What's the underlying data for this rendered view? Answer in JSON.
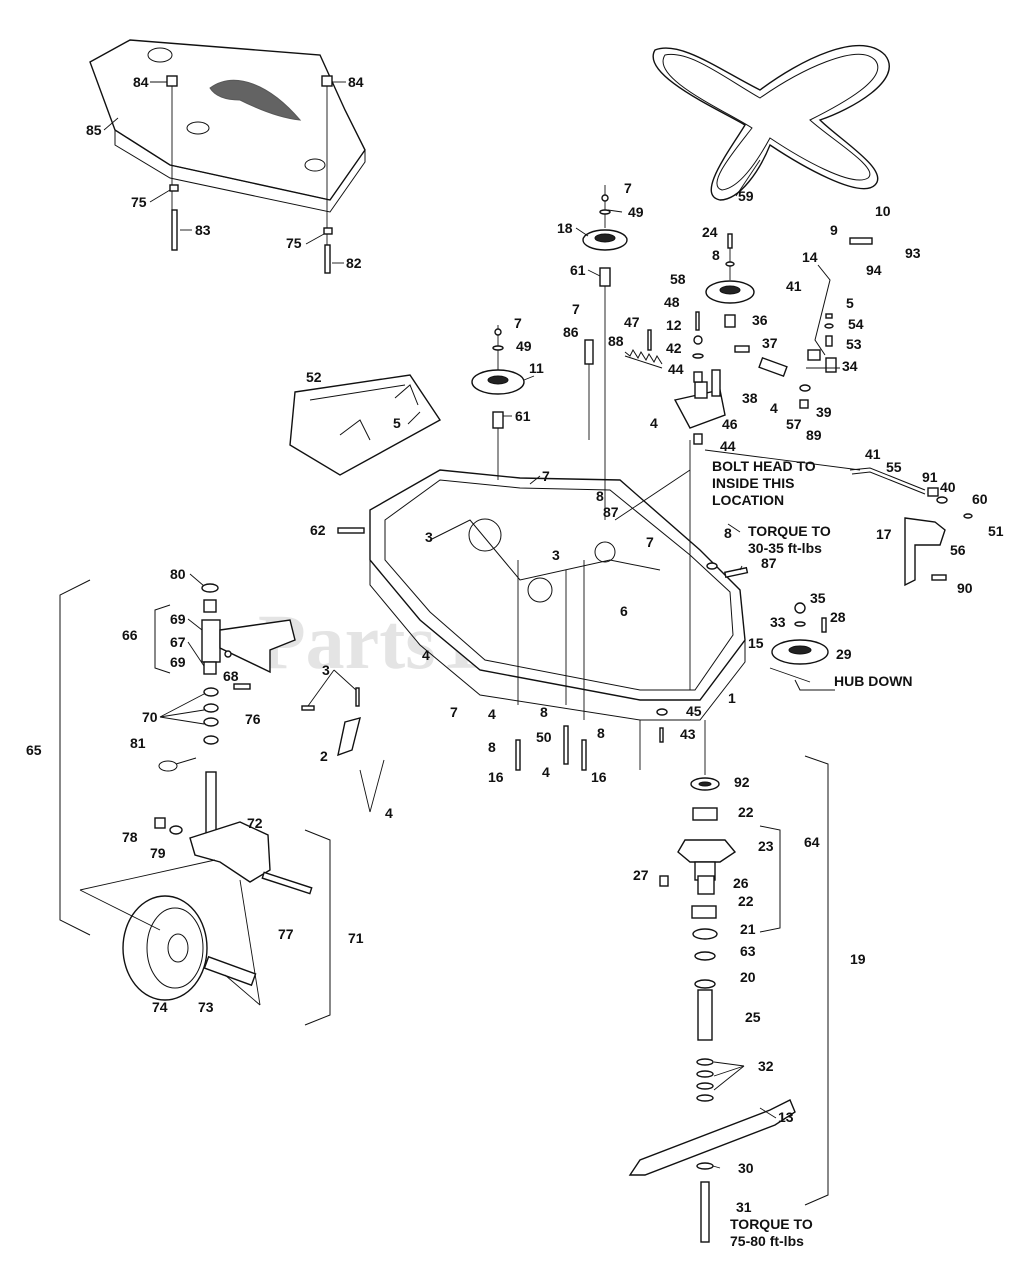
{
  "watermark": "PartsTree",
  "notes": {
    "bolt_head": [
      "BOLT HEAD TO",
      "INSIDE THIS",
      "LOCATION"
    ],
    "torque_30": [
      "TORQUE TO",
      "30-35 ft-lbs"
    ],
    "hub_down": "HUB DOWN",
    "torque_75": [
      "TORQUE TO",
      "75-80 ft-lbs"
    ]
  },
  "callouts": [
    "84",
    "84",
    "85",
    "75",
    "75",
    "83",
    "82",
    "59",
    "7",
    "49",
    "18",
    "61",
    "24",
    "8",
    "58",
    "10",
    "9",
    "93",
    "14",
    "94",
    "41",
    "5",
    "54",
    "53",
    "34",
    "7",
    "49",
    "11",
    "61",
    "7",
    "86",
    "48",
    "12",
    "42",
    "44",
    "47",
    "88",
    "36",
    "37",
    "38",
    "4",
    "39",
    "57",
    "89",
    "4",
    "46",
    "44",
    "52",
    "5",
    "7",
    "8",
    "87",
    "41",
    "55",
    "91",
    "40",
    "60",
    "51",
    "17",
    "56",
    "90",
    "62",
    "3",
    "8",
    "7",
    "87",
    "80",
    "69",
    "66",
    "67",
    "68",
    "69",
    "76",
    "70",
    "81",
    "3",
    "2",
    "4",
    "4",
    "7",
    "35",
    "33",
    "28",
    "29",
    "15",
    "6",
    "1",
    "45",
    "43",
    "4",
    "8",
    "50",
    "8",
    "3",
    "8",
    "16",
    "4",
    "16",
    "65",
    "92",
    "22",
    "23",
    "64",
    "27",
    "26",
    "22",
    "21",
    "63",
    "20",
    "25",
    "19",
    "32",
    "13",
    "30",
    "31",
    "78",
    "79",
    "72",
    "77",
    "71",
    "74",
    "73"
  ]
}
